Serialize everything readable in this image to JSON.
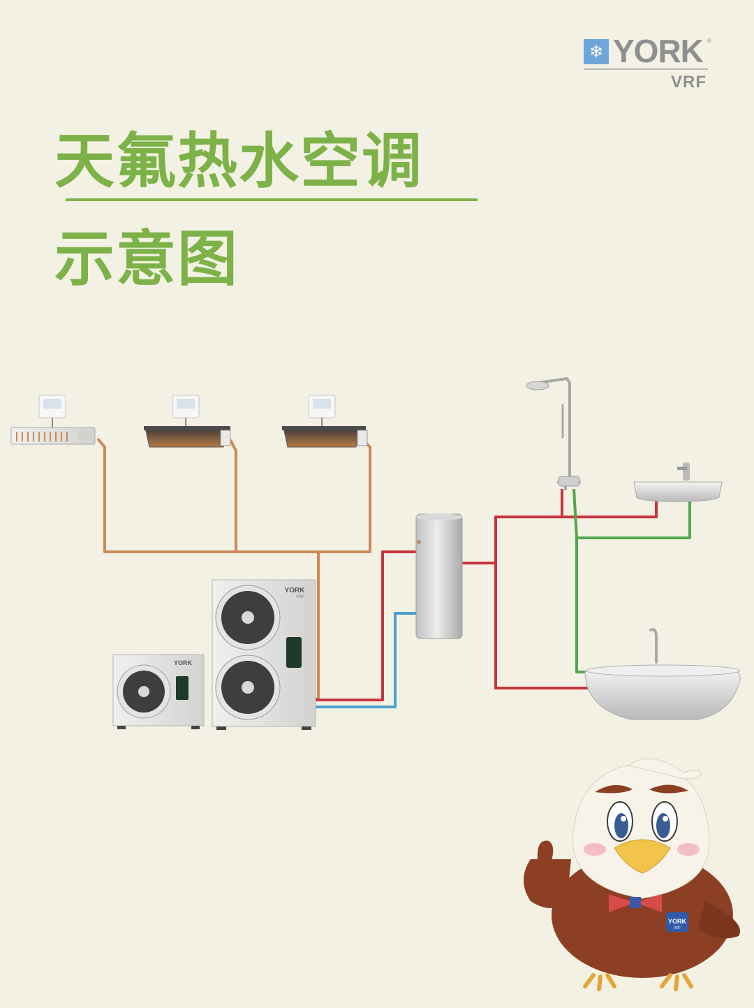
{
  "brand": {
    "name": "YORK",
    "registered": "®",
    "sub": "VRF",
    "snowflake": "❄"
  },
  "title": {
    "line1": "天氟热水空调",
    "line2": "示意图"
  },
  "units": {
    "outdoor_small_brand": "YORK",
    "outdoor_large_brand": "YORK",
    "outdoor_large_sub": "VRF",
    "mascot_badge": "YORK",
    "mascot_badge_sub": "VRF"
  },
  "colors": {
    "title_green": "#7cb247",
    "refrigerant_pipe": "#c98a58",
    "hot_water_pipe": "#c8333c",
    "cold_water_pipe": "#4aa0d0",
    "mixed_water_pipe": "#52a64d",
    "background": "#f3f1e4"
  },
  "icons": [
    "snowflake-icon",
    "thermostat-icon",
    "indoor-unit-icon",
    "outdoor-unit-icon",
    "water-tank-icon",
    "shower-icon",
    "sink-icon",
    "bathtub-icon",
    "eagle-mascot"
  ]
}
